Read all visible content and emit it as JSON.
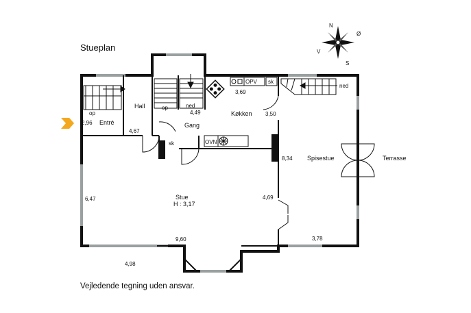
{
  "title": "Stueplan",
  "disclaimer": "Vejledende tegning uden ansvar.",
  "compass": {
    "n": "N",
    "o": "Ø",
    "s": "S",
    "v": "V"
  },
  "rooms": {
    "entre": "Entré",
    "hall": "Hall",
    "gang": "Gang",
    "kokken": "Køkken",
    "spisestue": "Spisestue",
    "terrasse": "Terrasse",
    "stue": "Stue",
    "stue_height": "H : 3,17"
  },
  "fixtures": {
    "opv": "OPV",
    "ovn": "OVN",
    "sk1": "sk",
    "sk2": "sk"
  },
  "stairs": {
    "op1": "op",
    "op2": "op",
    "ned1": "ned",
    "ned2": "ned"
  },
  "dimensions": {
    "d296": "2,96",
    "d467": "4,67",
    "d449": "4,49",
    "d369": "3,69",
    "d350": "3,50",
    "d834": "8,34",
    "d647": "6,47",
    "d469": "4,69",
    "d960": "9,60",
    "d378": "3,78",
    "d498": "4,98"
  },
  "colors": {
    "wall": "#111111",
    "window": "#9aa0a0",
    "arrow": "#f4a81d"
  }
}
